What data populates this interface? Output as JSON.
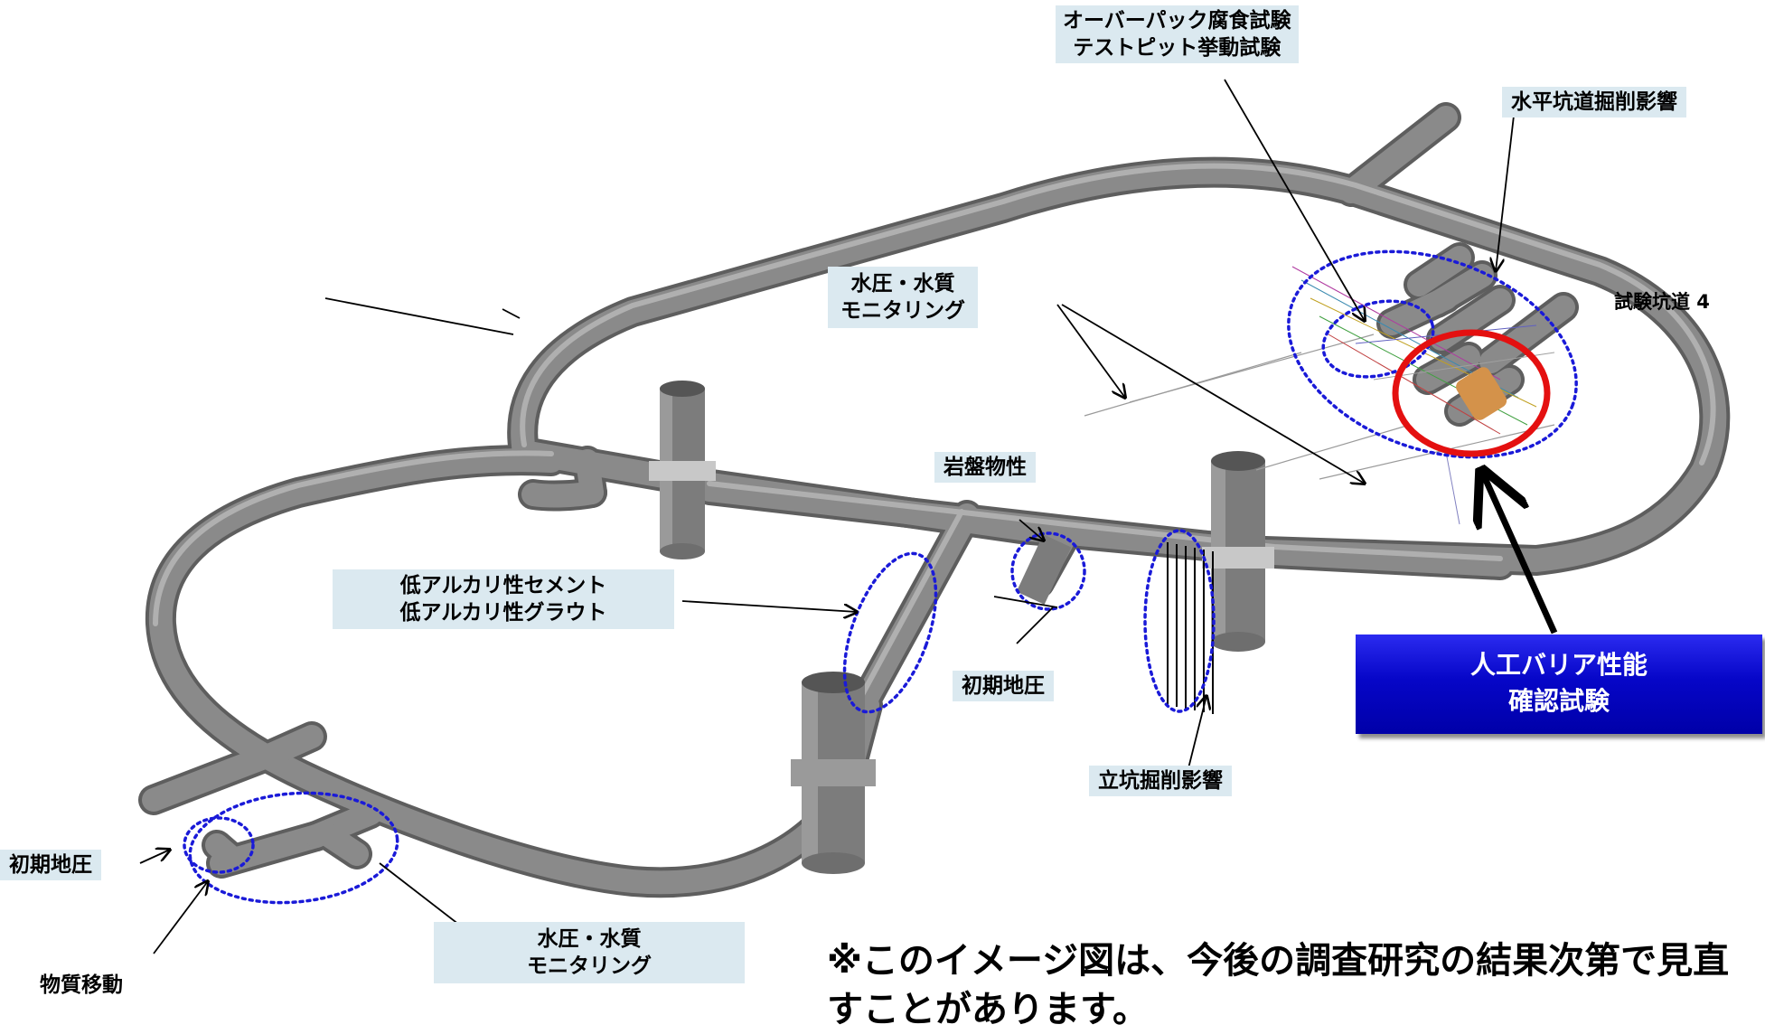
{
  "labels": {
    "overpack_test": [
      "オーバーパック腐食試験",
      "テストピット挙動試験"
    ],
    "horizontal_excavation": "水平坑道掘削影響",
    "test_drift": "試験坑道 4",
    "monitoring_upper": [
      "水圧・水質",
      "モニタリング"
    ],
    "rock_properties": "岩盤物性",
    "low_alkali": [
      "低アルカリ性セメント",
      "低アルカリ性グラウト"
    ],
    "initial_stress_center": "初期地圧",
    "shaft_excavation": "立坑掘削影響",
    "initial_stress_left": "初期地圧",
    "mass_transport": "物質移動",
    "monitoring_lower": [
      "水圧・水質",
      "モニタリング"
    ]
  },
  "callout": [
    "人工バリア性能",
    "確認試験"
  ],
  "note": "※このイメージ図は、今後の調査研究の結果次第で見直すことがあります。",
  "colors": {
    "tunnel": "#8a8a8a",
    "label_bg": "#dbe9f0",
    "dotted_ellipse": "#1a1ad8",
    "highlight_ring": "#e41010",
    "callout_bg": "#0606c8",
    "buffer": "#d4924a"
  }
}
